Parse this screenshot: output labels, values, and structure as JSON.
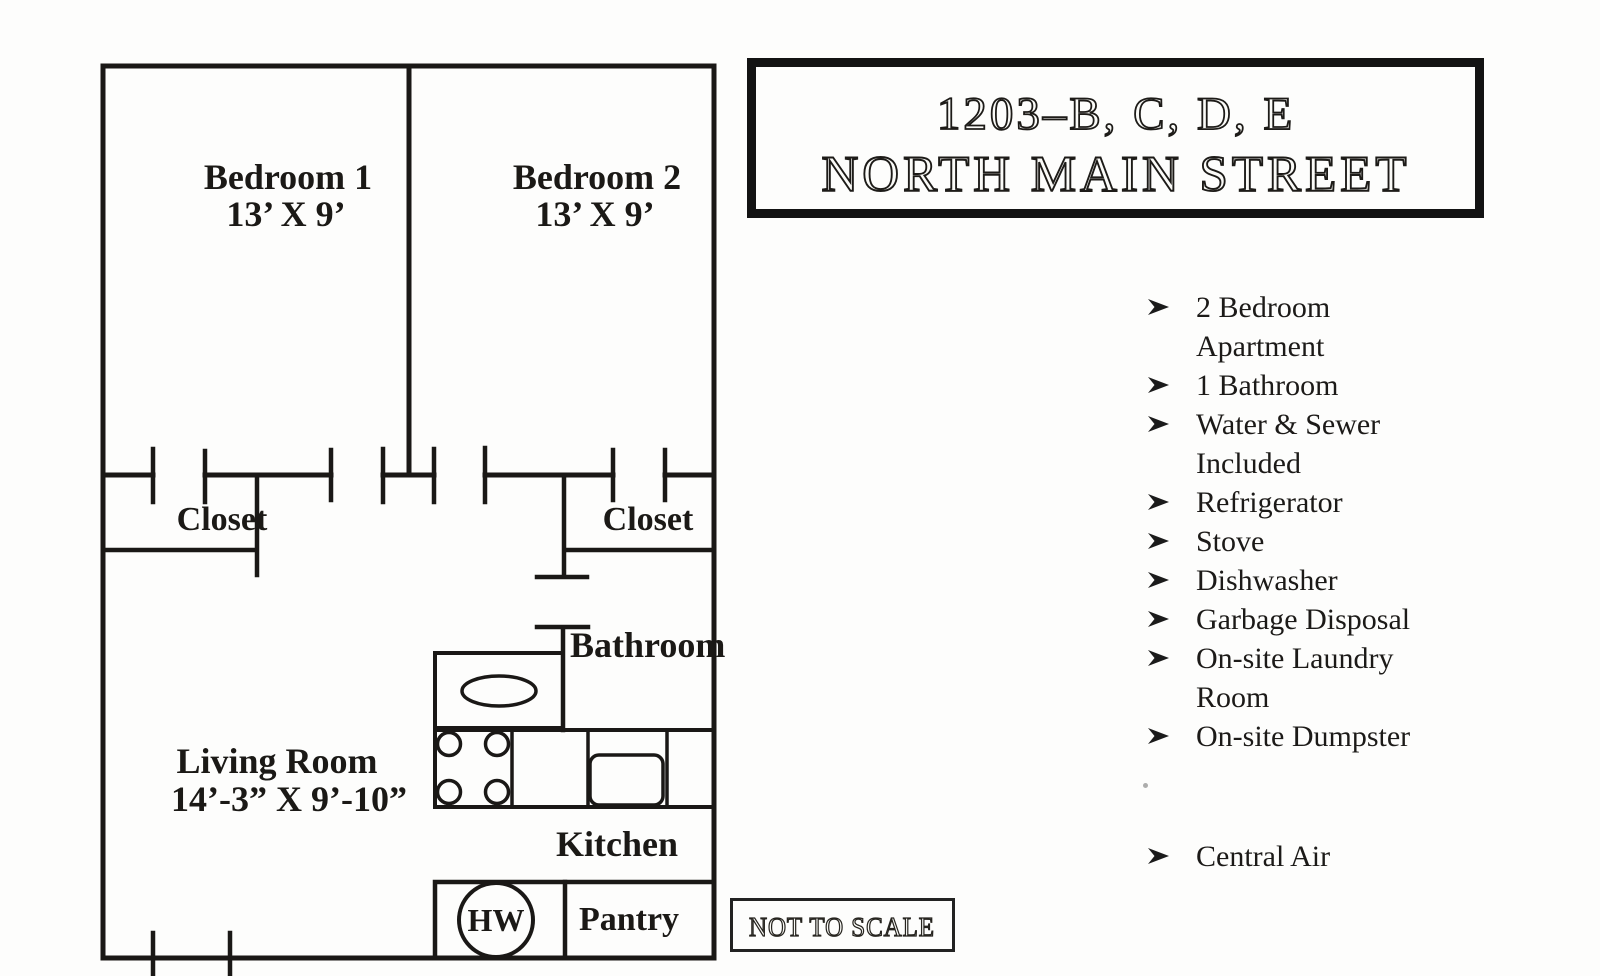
{
  "document": {
    "title_line1": "1203–B, C, D, E",
    "title_line2": "NORTH MAIN STREET",
    "scale_note": "NOT TO SCALE"
  },
  "floorplan": {
    "bedroom1": {
      "name": "Bedroom 1",
      "dims": "13’ X 9’"
    },
    "bedroom2": {
      "name": "Bedroom 2",
      "dims": "13’ X 9’"
    },
    "closet_left": {
      "name": "Closet"
    },
    "closet_right": {
      "name": "Closet"
    },
    "bathroom": {
      "name": "Bathroom"
    },
    "living_room": {
      "name": "Living Room",
      "dims": "14’-3” X 9’-10”"
    },
    "kitchen": {
      "name": "Kitchen"
    },
    "pantry": {
      "name": "Pantry"
    },
    "water_heater": {
      "label": "HW"
    }
  },
  "features": {
    "items": [
      {
        "text": "2 Bedroom Apartment",
        "lines": [
          "2 Bedroom",
          "Apartment"
        ]
      },
      {
        "text": "1 Bathroom",
        "lines": [
          "1 Bathroom"
        ]
      },
      {
        "text": "Water & Sewer Included",
        "lines": [
          "Water & Sewer",
          "Included"
        ]
      },
      {
        "text": "Refrigerator",
        "lines": [
          "Refrigerator"
        ]
      },
      {
        "text": "Stove",
        "lines": [
          "Stove"
        ]
      },
      {
        "text": "Dishwasher",
        "lines": [
          "Dishwasher"
        ]
      },
      {
        "text": "Garbage Disposal",
        "lines": [
          "Garbage Disposal"
        ]
      },
      {
        "text": "On-site Laundry Room",
        "lines": [
          "On-site Laundry",
          "Room"
        ]
      },
      {
        "text": "On-site Dumpster",
        "lines": [
          "On-site Dumpster"
        ]
      },
      {
        "text": "Central Air",
        "lines": [
          "Central Air"
        ]
      }
    ]
  },
  "colors": {
    "ink": "#1a1816",
    "paper": "#fdfdfc"
  }
}
